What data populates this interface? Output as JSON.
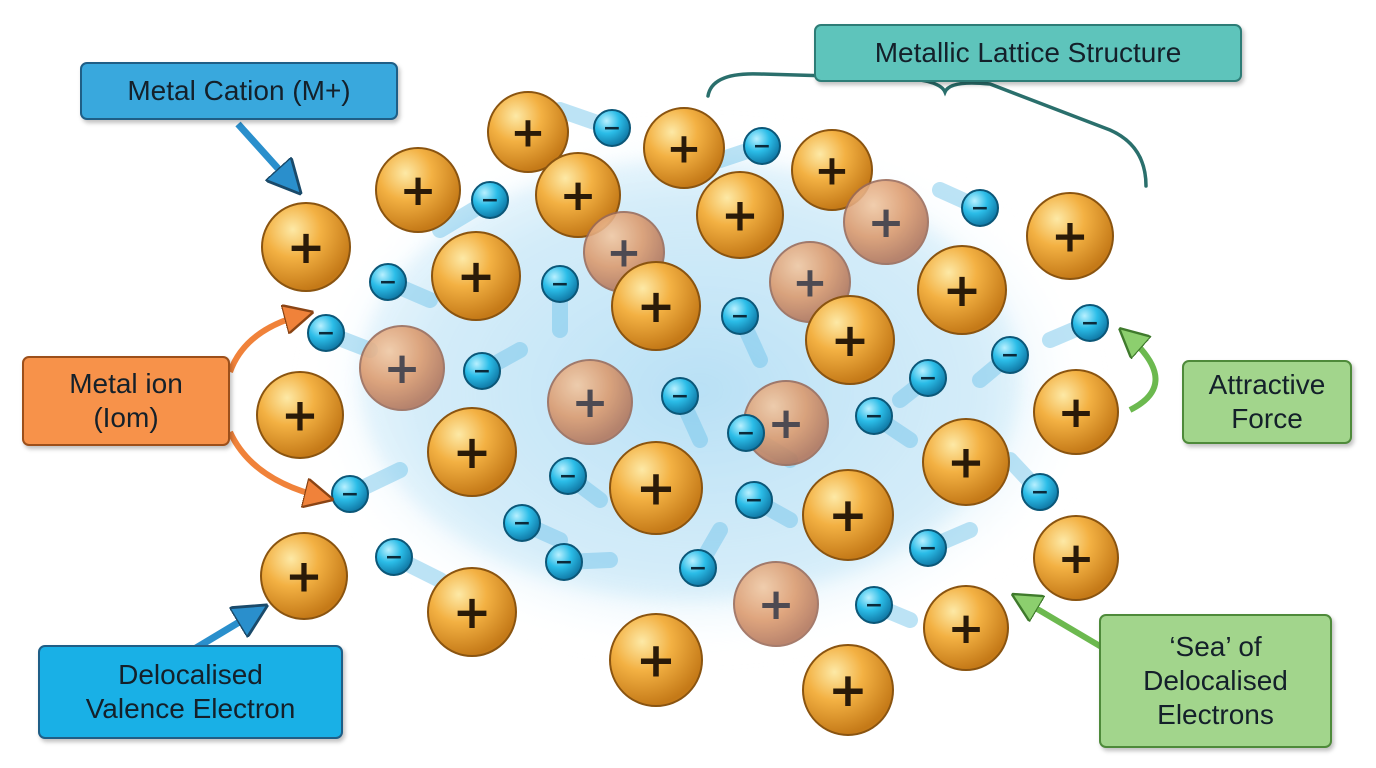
{
  "labels": {
    "cation": "Metal Cation (M+)",
    "ion": [
      "Metal ion",
      "(Iom)"
    ],
    "valence": [
      "Delocalised",
      "Valence Electron"
    ],
    "lattice": "Metallic Lattice Structure",
    "force": [
      "Attractive",
      "Force"
    ],
    "sea": [
      "‘Sea’ of",
      "Delocalised",
      "Electrons"
    ]
  },
  "symbols": {
    "cation": "+",
    "electron": "−"
  },
  "colors": {
    "cation_fill": "#f0a53b",
    "cation_fill_faded": "#d9956a",
    "electron_fill": "#2bb6e0",
    "electron_sea": "#bfe4f7",
    "arrow_blue": "#2a8fcc",
    "arrow_orange": "#f0823a",
    "arrow_green": "#6cb94f",
    "bracket": "#2a6f6c"
  },
  "icons": {
    "cation": "plus-sphere-icon",
    "electron": "minus-sphere-icon",
    "arrow": "arrow-icon",
    "bracket": "curly-bracket-icon"
  }
}
